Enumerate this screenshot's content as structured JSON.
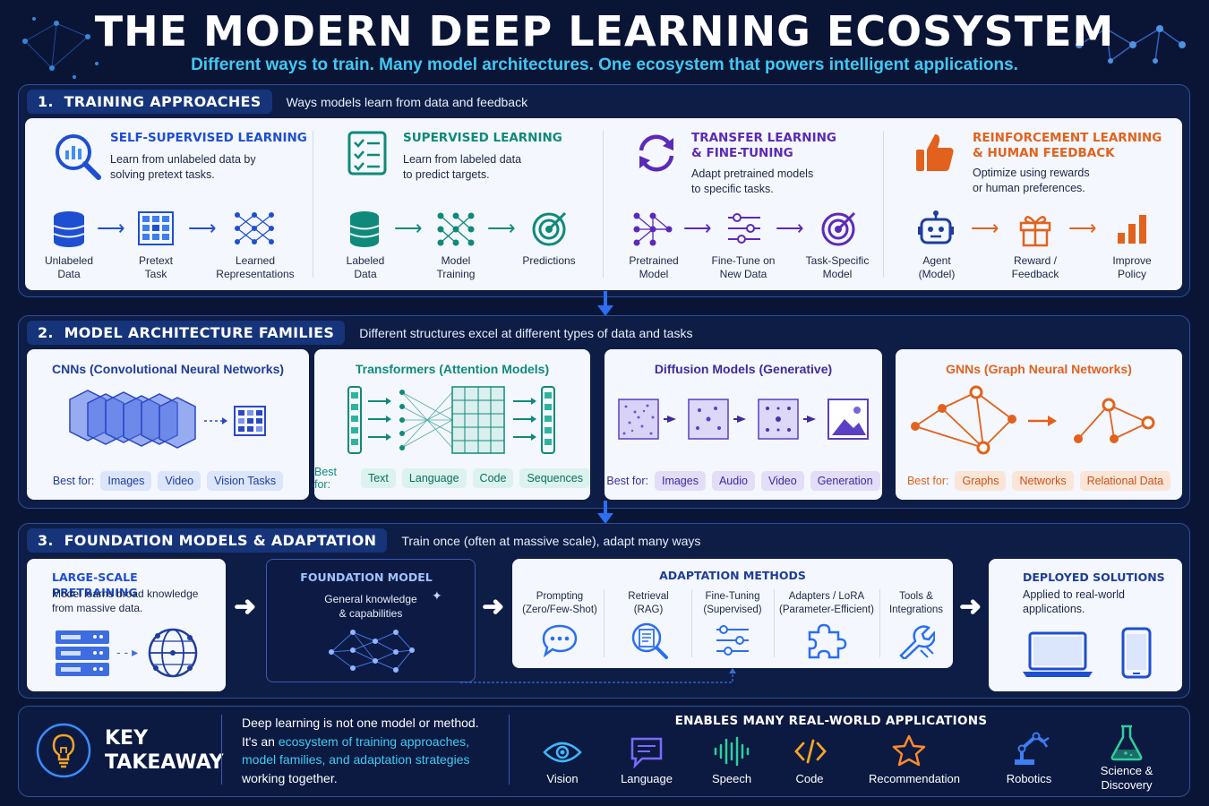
{
  "header": {
    "title": "THE MODERN DEEP LEARNING ECOSYSTEM",
    "subtitle": "Different ways to train. Many model architectures. One ecosystem that powers intelligent applications."
  },
  "section1": {
    "number": "1.",
    "title": "TRAINING APPROACHES",
    "description": "Ways models learn from data and feedback",
    "cards": [
      {
        "title": "SELF-SUPERVISED LEARNING",
        "desc_line1": "Learn from unlabeled data by",
        "desc_line2": "solving pretext tasks.",
        "steps": [
          {
            "line1": "Unlabeled",
            "line2": "Data"
          },
          {
            "line1": "Pretext",
            "line2": "Task"
          },
          {
            "line1": "Learned",
            "line2": "Representations"
          }
        ]
      },
      {
        "title": "SUPERVISED LEARNING",
        "desc_line1": "Learn from labeled data",
        "desc_line2": "to predict targets.",
        "steps": [
          {
            "line1": "Labeled",
            "line2": "Data"
          },
          {
            "line1": "Model",
            "line2": "Training"
          },
          {
            "line1": "Predictions",
            "line2": ""
          }
        ]
      },
      {
        "title_line1": "TRANSFER LEARNING",
        "title_line2": "& FINE-TUNING",
        "desc_line1": "Adapt pretrained models",
        "desc_line2": "to specific tasks.",
        "steps": [
          {
            "line1": "Pretrained",
            "line2": "Model"
          },
          {
            "line1": "Fine-Tune on",
            "line2": "New Data"
          },
          {
            "line1": "Task-Specific",
            "line2": "Model"
          }
        ]
      },
      {
        "title_line1": "REINFORCEMENT LEARNING",
        "title_line2": "& HUMAN FEEDBACK",
        "desc_line1": "Optimize using rewards",
        "desc_line2": "or human preferences.",
        "steps": [
          {
            "line1": "Agent",
            "line2": "(Model)"
          },
          {
            "line1": "Reward /",
            "line2": "Feedback"
          },
          {
            "line1": "Improve",
            "line2": "Policy"
          }
        ]
      }
    ]
  },
  "section2": {
    "number": "2.",
    "title": "MODEL ARCHITECTURE FAMILIES",
    "description": "Different structures excel at different types of data and tasks",
    "best_for_label": "Best for:",
    "cards": [
      {
        "name": "CNNs (Convolutional Neural Networks)",
        "tags": [
          "Images",
          "Video",
          "Vision Tasks"
        ],
        "color": "#1e3d9c",
        "tag_bg": "#dbe5fb"
      },
      {
        "name": "Transformers (Attention Models)",
        "tags": [
          "Text",
          "Language",
          "Code",
          "Sequences"
        ],
        "color": "#0f8a7a",
        "tag_bg": "#dbf2ee"
      },
      {
        "name": "Diffusion Models (Generative)",
        "tags": [
          "Images",
          "Audio",
          "Video",
          "Generation"
        ],
        "color": "#3f2a9e",
        "tag_bg": "#e3ddf8"
      },
      {
        "name": "GNNs (Graph Neural Networks)",
        "tags": [
          "Graphs",
          "Networks",
          "Relational Data"
        ],
        "color": "#e2621d",
        "tag_bg": "#fbe5d7"
      }
    ]
  },
  "section3": {
    "number": "3.",
    "title": "FOUNDATION MODELS & ADAPTATION",
    "description": "Train once (often at massive scale), adapt many ways",
    "pretraining": {
      "title": "LARGE-SCALE PRETRAINING",
      "desc_line1": "Model learns broad knowledge",
      "desc_line2": "from massive data."
    },
    "foundation": {
      "title": "FOUNDATION MODEL",
      "desc_line1": "General knowledge",
      "desc_line2": "& capabilities"
    },
    "adaptation": {
      "title": "ADAPTATION METHODS",
      "methods": [
        {
          "line1": "Prompting",
          "line2": "(Zero/Few-Shot)"
        },
        {
          "line1": "Retrieval",
          "line2": "(RAG)"
        },
        {
          "line1": "Fine-Tuning",
          "line2": "(Supervised)"
        },
        {
          "line1": "Adapters / LoRA",
          "line2": "(Parameter-Efficient)"
        },
        {
          "line1": "Tools &",
          "line2": "Integrations"
        }
      ]
    },
    "deployed": {
      "title": "DEPLOYED SOLUTIONS",
      "desc_line1": "Applied to real-world",
      "desc_line2": "applications."
    }
  },
  "takeaway": {
    "title_line1": "KEY",
    "title_line2": "TAKEAWAY",
    "text_before": "Deep learning is not one model or method.",
    "text_line2_pre": "It's an ",
    "text_highlight1": "ecosystem of training approaches,",
    "text_highlight2": "model families, and adaptation strategies",
    "text_after": "working together.",
    "apps_title": "ENABLES MANY REAL-WORLD APPLICATIONS",
    "apps": [
      {
        "label": "Vision",
        "icon": "eye-icon"
      },
      {
        "label": "Language",
        "icon": "chat-icon"
      },
      {
        "label": "Speech",
        "icon": "waveform-icon"
      },
      {
        "label": "Code",
        "icon": "code-icon"
      },
      {
        "label": "Recommendation",
        "icon": "star-icon"
      },
      {
        "label": "Robotics",
        "icon": "robot-arm-icon"
      },
      {
        "label_line1": "Science &",
        "label_line2": "Discovery",
        "icon": "flask-icon"
      }
    ]
  },
  "colors": {
    "background": "#0a1535",
    "accent_cyan": "#41c9f2",
    "blue": "#1e4fd1",
    "teal": "#0f8a7a",
    "purple": "#5b2ab8",
    "orange": "#e2621d"
  }
}
